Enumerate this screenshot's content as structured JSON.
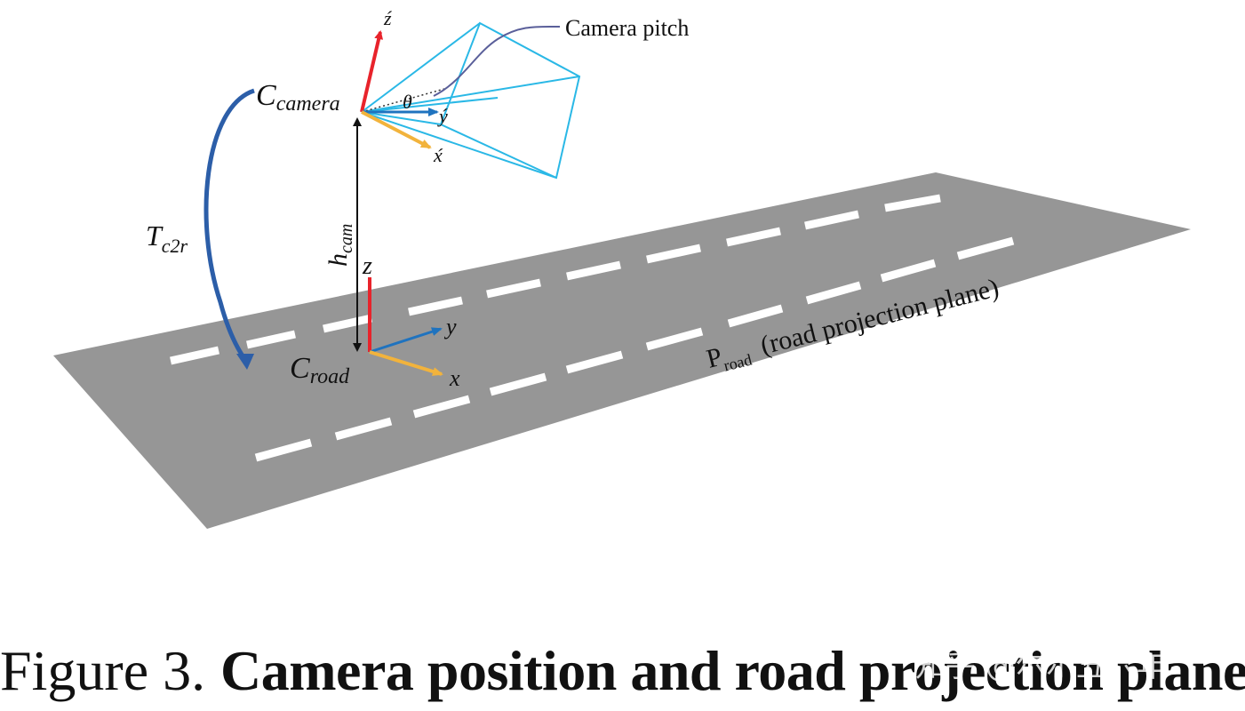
{
  "diagram": {
    "labels": {
      "camera_frame": "C",
      "camera_frame_sub": "camera",
      "road_frame": "C",
      "road_frame_sub": "road",
      "transform": "T",
      "transform_sub": "c2r",
      "height": "h",
      "height_sub": "cam",
      "pitch_symbol": "θ",
      "camera_pitch": "Camera pitch",
      "plane_symbol": "P",
      "plane_symbol_sub": "road",
      "plane_desc": "(road projection plane)",
      "cam_axis_z": "ź",
      "cam_axis_y": "ý",
      "cam_axis_x": "x́",
      "road_axis_z": "z",
      "road_axis_y": "y",
      "road_axis_x": "x"
    },
    "colors": {
      "road": "#969696",
      "lane_marking": "#ffffff",
      "frustum": "#2ab8e6",
      "axis_z": "#e8232b",
      "axis_y": "#1f73bf",
      "axis_x": "#f2b33c",
      "transform_arrow": "#2c5ea8",
      "pitch_leader": "#5a5f9a",
      "height_arrow": "#111111"
    }
  },
  "caption": {
    "label": "Figure 3.",
    "title": "Camera position and road projection plane"
  },
  "watermark": "知乎 @尔尔五六年"
}
